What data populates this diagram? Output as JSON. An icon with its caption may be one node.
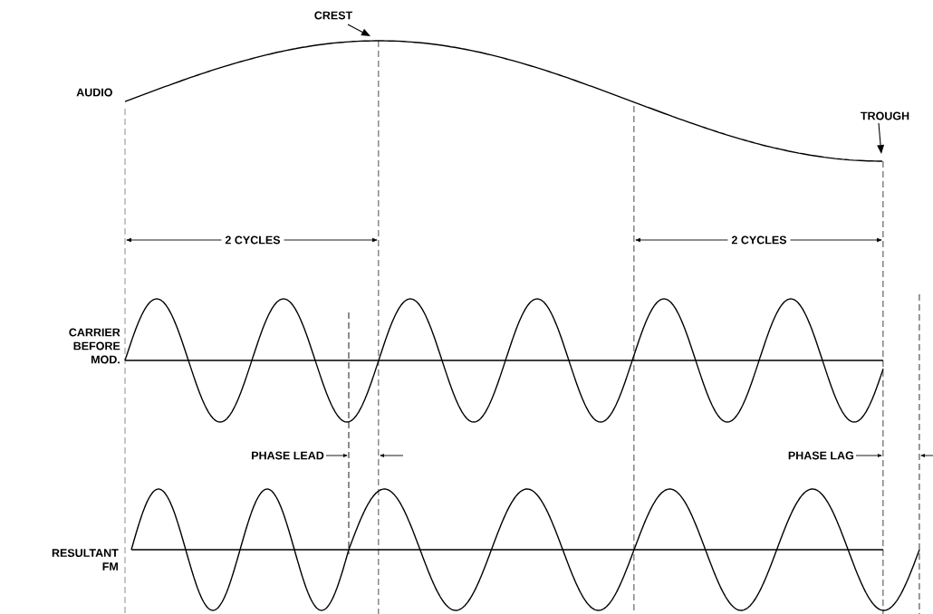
{
  "diagram": {
    "nodes": [
      {
        "text": [
          "CREST"
        ]
      },
      {
        "text": [
          "TROUGH"
        ]
      }
    ],
    "edges": [
      {
        "from": 0,
        "to": null,
        "arrow": "to"
      },
      {
        "from": 1,
        "to": null,
        "arrow": "to"
      }
    ],
    "labels": [
      "AUDIO",
      "2 CYCLES",
      "2 CYCLES",
      "CARRIER BEFORE MOD.",
      "PHASE LEAD",
      "PHASE LAG",
      "RESULTANT FM"
    ]
  }
}
